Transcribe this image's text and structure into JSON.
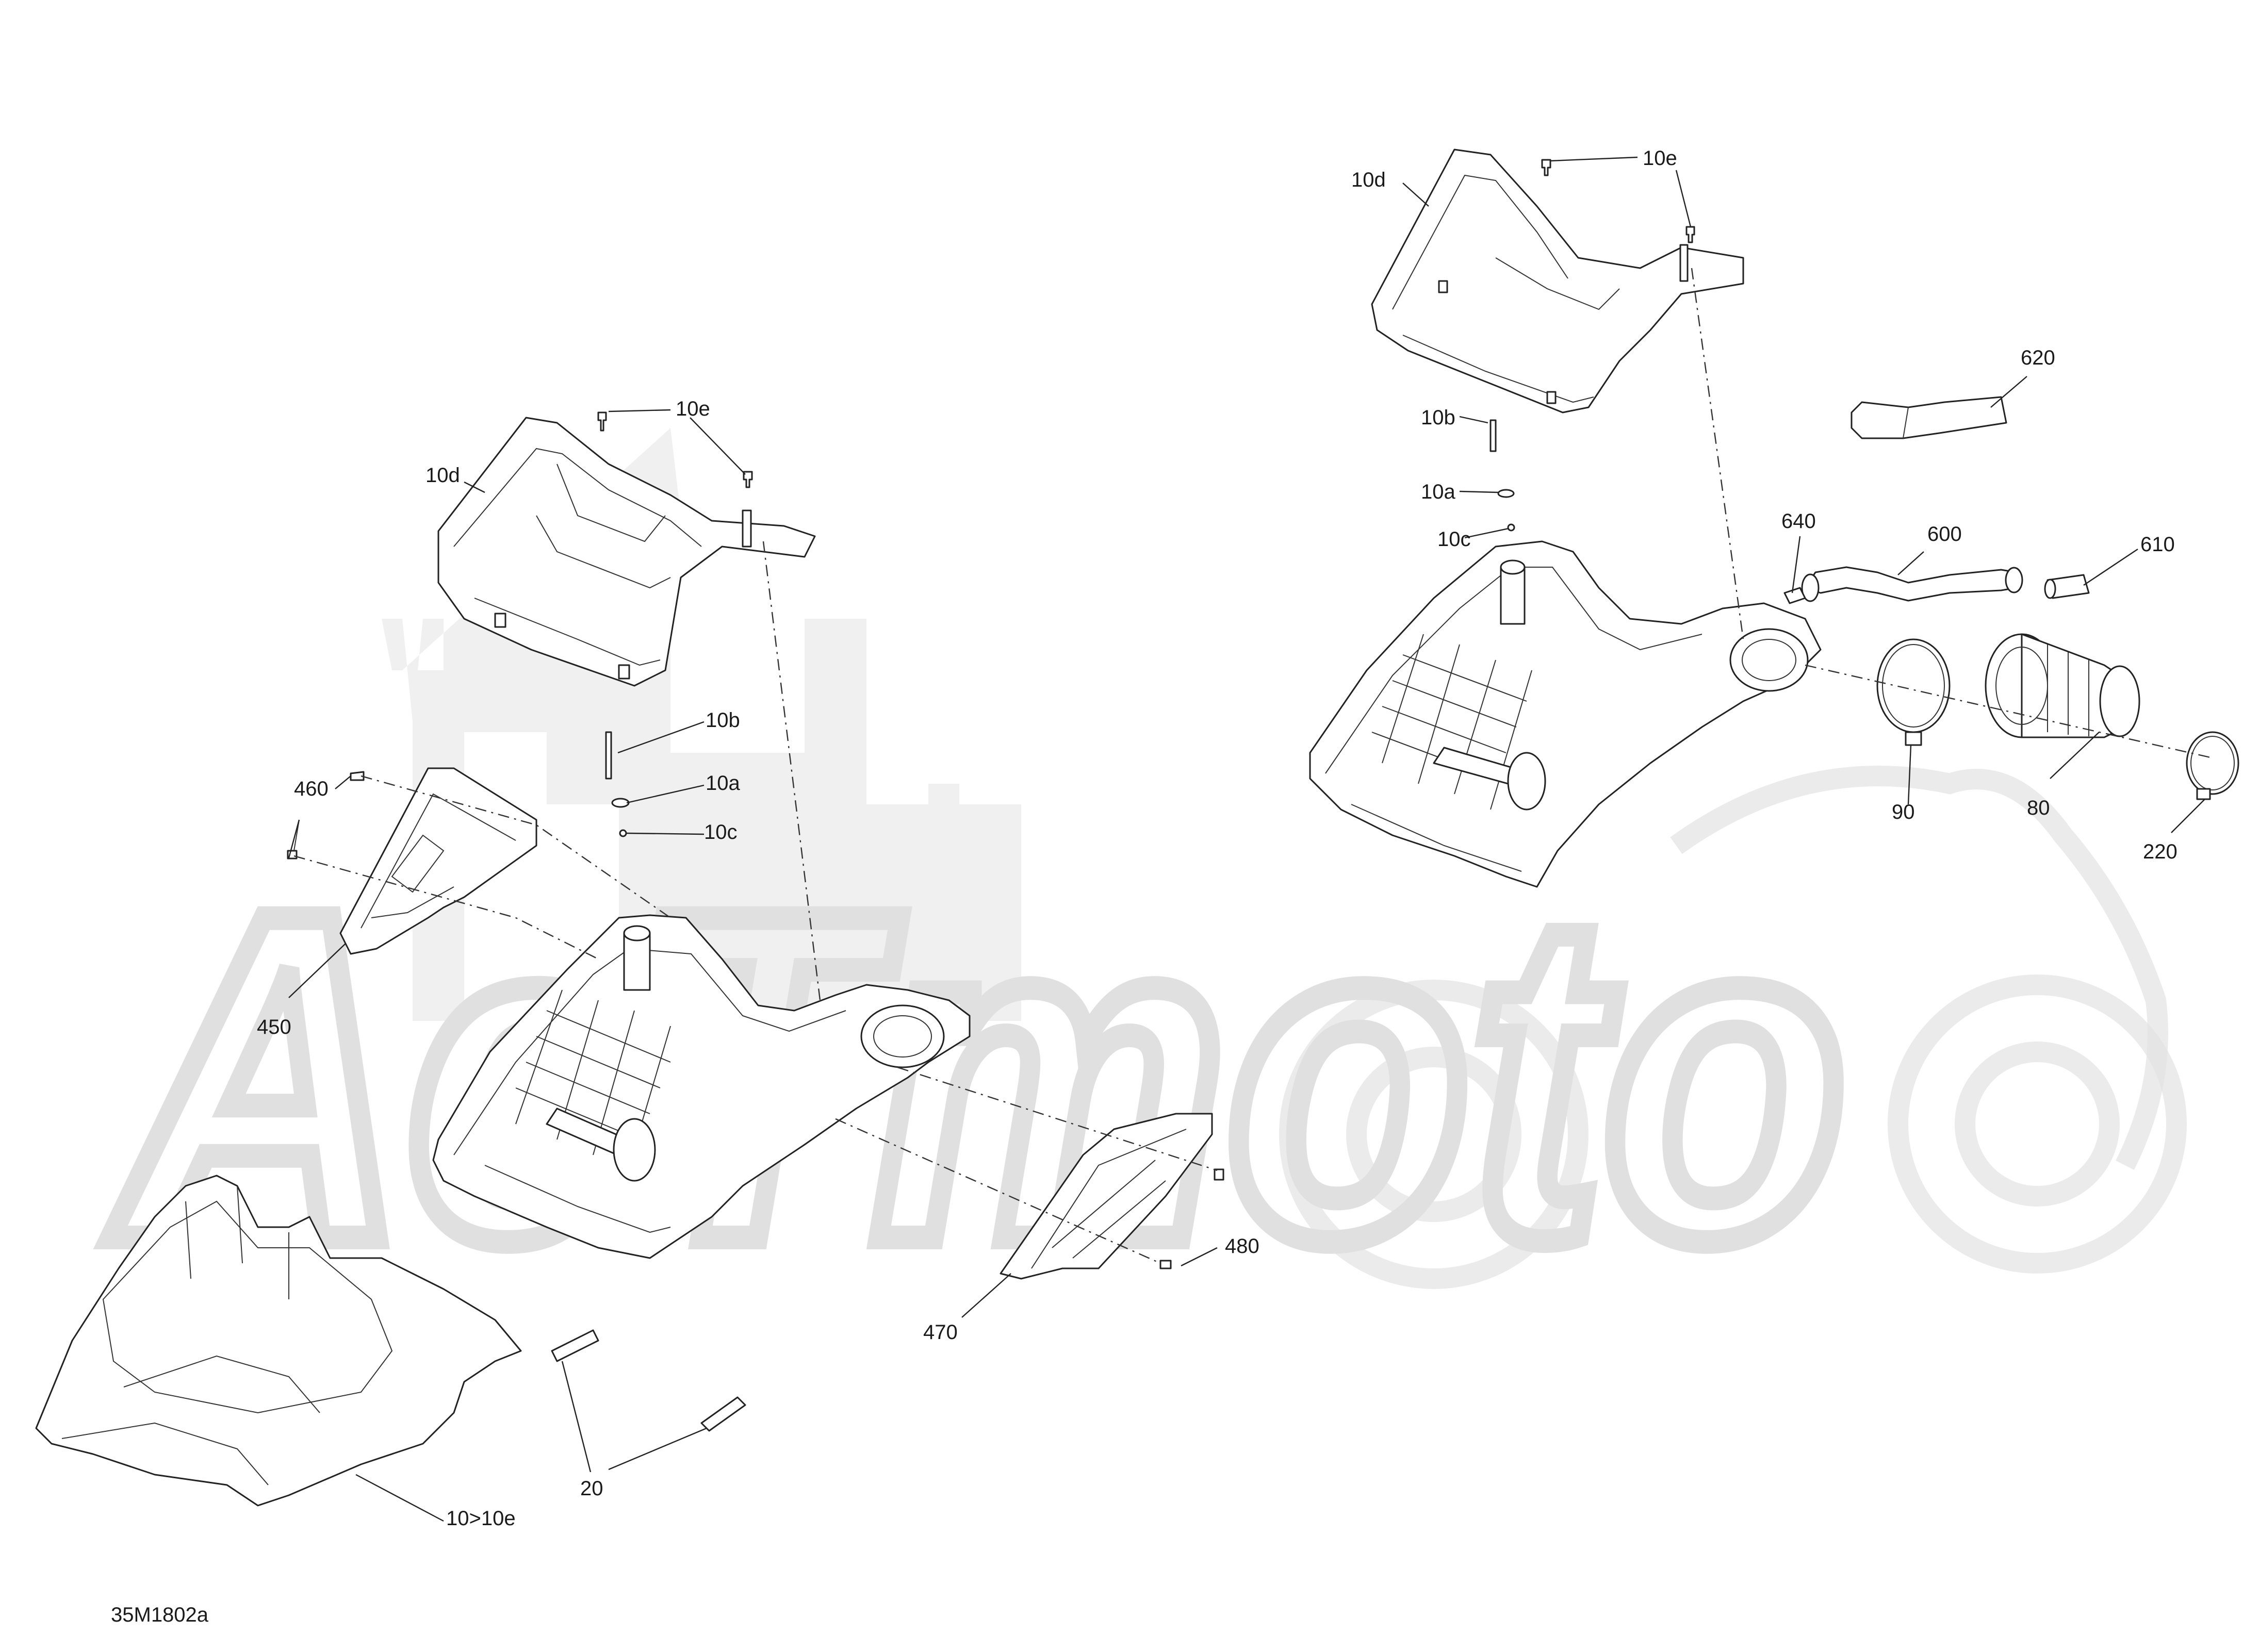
{
  "figure_code": "35M1802a",
  "watermark_text": "AcTmoto",
  "callouts": {
    "left_10d": "10d",
    "left_10e": "10e",
    "left_10b": "10b",
    "left_10a": "10a",
    "left_10c": "10c",
    "left_460": "460",
    "left_450": "450",
    "left_470": "470",
    "left_480": "480",
    "left_20": "20",
    "left_10_range": "10>10e",
    "right_10d": "10d",
    "right_10e": "10e",
    "right_10b": "10b",
    "right_10a": "10a",
    "right_10c": "10c",
    "right_620": "620",
    "right_640": "640",
    "right_600": "600",
    "right_610": "610",
    "right_90": "90",
    "right_80": "80",
    "right_220": "220"
  }
}
